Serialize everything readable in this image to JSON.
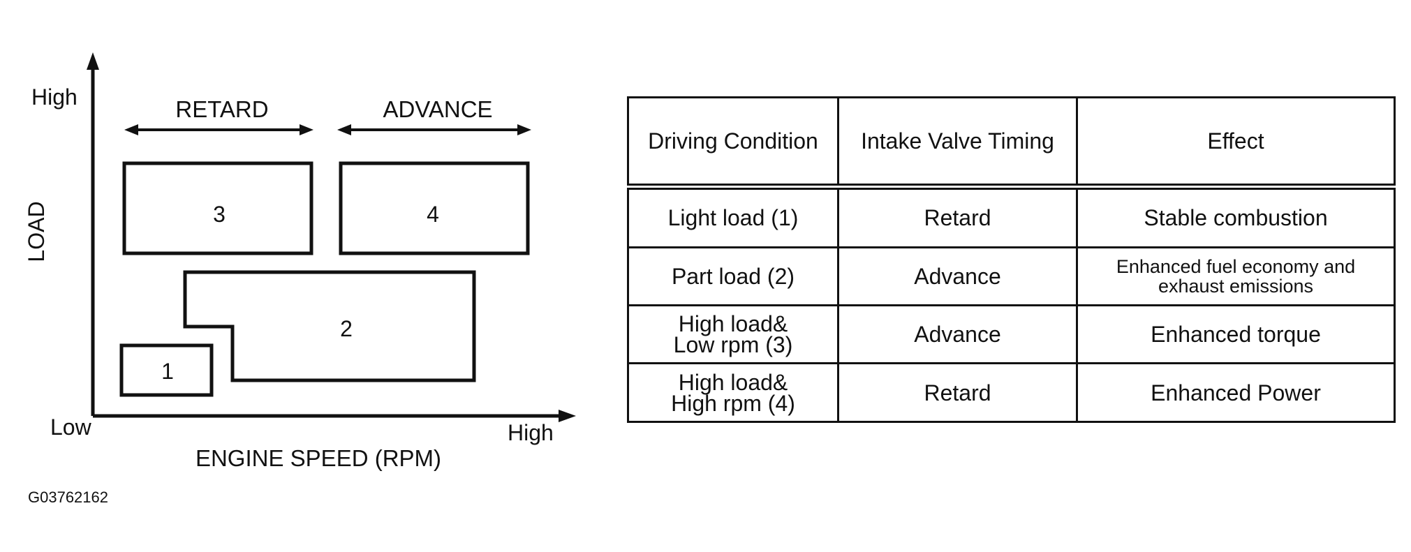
{
  "diagram": {
    "y_axis": {
      "label": "LOAD",
      "high": "High"
    },
    "x_axis": {
      "label": "ENGINE SPEED (RPM)",
      "low": "Low",
      "high": "High"
    },
    "arrows": {
      "retard": "RETARD",
      "advance": "ADVANCE"
    },
    "regions": {
      "r1": "1",
      "r2": "2",
      "r3": "3",
      "r4": "4"
    }
  },
  "table": {
    "headers": [
      "Driving Condition",
      "Intake Valve Timing",
      "Effect"
    ],
    "rows": [
      [
        "Light load (1)",
        "Retard",
        "Stable combustion"
      ],
      [
        "Part load (2)",
        "Advance",
        "Enhanced fuel economy and\nexhaust emissions"
      ],
      [
        "High load&\nLow rpm (3)",
        "Advance",
        "Enhanced torque"
      ],
      [
        "High load&\nHigh rpm (4)",
        "Retard",
        "Enhanced Power"
      ]
    ]
  },
  "figure_code": "G03762162"
}
